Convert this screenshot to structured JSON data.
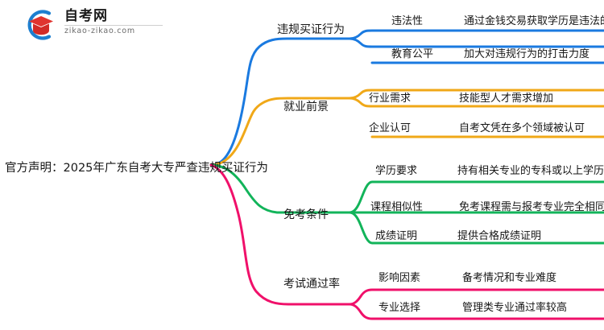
{
  "logo": {
    "title": "自考网",
    "subtitle": "zikao-zikao.com",
    "mark_icon": "graduation-cap-logo-icon",
    "arc_color": "#1d7fd0",
    "cap_color": "#e0342f"
  },
  "mindmap": {
    "root": {
      "label": "官方声明：2025年广东自考大专严查违规买证行为"
    },
    "branches": [
      {
        "label": "违规买证行为",
        "color": "#1a7ae0",
        "children": [
          {
            "label": "违法性",
            "desc": "通过金钱交易获取学历是违法的"
          },
          {
            "label": "教育公平",
            "desc": "加大对违规行为的打击力度"
          }
        ]
      },
      {
        "label": "就业前景",
        "color": "#f0a818",
        "children": [
          {
            "label": "行业需求",
            "desc": "技能型人才需求增加"
          },
          {
            "label": "企业认可",
            "desc": "自考文凭在多个领域被认可"
          }
        ]
      },
      {
        "label": "免考条件",
        "color": "#12b45a",
        "children": [
          {
            "label": "学历要求",
            "desc": "持有相关专业的专科或以上学历"
          },
          {
            "label": "课程相似性",
            "desc": "免考课程需与报考专业完全相同"
          },
          {
            "label": "成绩证明",
            "desc": "提供合格成绩证明"
          }
        ]
      },
      {
        "label": "考试通过率",
        "color": "#f0106a",
        "children": [
          {
            "label": "影响因素",
            "desc": "备考情况和专业难度"
          },
          {
            "label": "专业选择",
            "desc": "管理类专业通过率较高"
          }
        ]
      }
    ]
  }
}
